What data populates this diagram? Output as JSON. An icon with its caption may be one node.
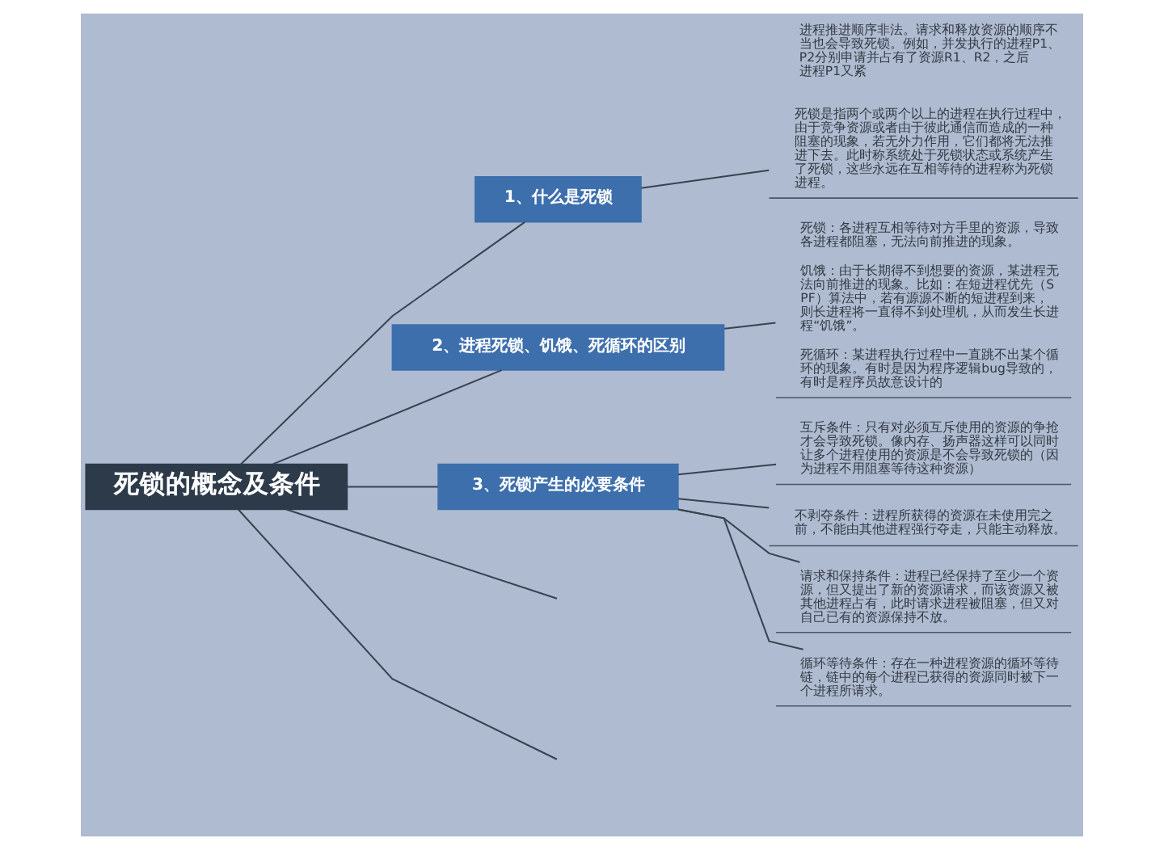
{
  "diagram": {
    "nodes": [
      {
        "text": [
          "死锁的概念及条件"
        ]
      },
      {
        "text": [
          "1、什么是死锁"
        ]
      },
      {
        "text": [
          "死锁是指两个或两个以上的进程在执行过程中，由于竞争资源或者由于彼此通信而造成的一种阻塞的现象，若无外力作用，它们都将无法推进下去。此时称系统处于死锁状态或系统产生了死锁，这些永远在互相等待的进程称为死锁进程。"
        ]
      },
      {
        "text": [
          "2、进程死锁、饥饿、死循环的区别"
        ]
      },
      {
        "text": [
          "死锁：各进程互相等待对方手里的资源，导致各进程都阻塞，无法向前推进的现象。",
          "饥饿：由于长期得不到想要的资源，某进程无法向前推进的现象。比如：在短进程优先（SPF）算法中，若有源源不断的短进程到来，则长进程将一直得不到处理机，从而发生长进程“饥饿”。",
          "死循环：某进程执行过程中一直跳不出某个循环的现象。有时是因为程序逻辑bug导致的，有时是程序员故意设计的"
        ]
      },
      {
        "text": [
          "3、死锁产生的必要条件"
        ]
      },
      {
        "text": [
          "互斥条件：只有对必须互斥使用的资源的争抢才会导致死锁。像内存、扬声器这样可以同时让多个进程使用的资源是不会导致死锁的（因为进程不用阻塞等待这种资源）"
        ]
      },
      {
        "text": [
          "不剥夺条件：进程所获得的资源在未使用完之前，不能由其他进程强行夺走，只能主动释放。"
        ]
      },
      {
        "text": [
          "请求和保持条件：进程已经保持了至少一个资源，但又提出了新的资源请求，而该资源又被其他进程占有，此时请求进程被阻塞，但又对自己已有的资源保持不放。"
        ]
      },
      {
        "text": [
          "循环等待条件：存在一种进程资源的循环等待链，链中的每个进程已获得的资源同时被下一个进程所请求。"
        ]
      }
    ],
    "edges": [
      {
        "from": 0,
        "to": 1,
        "arrow": "none"
      },
      {
        "from": 1,
        "to": 2,
        "arrow": "none"
      },
      {
        "from": 0,
        "to": 3,
        "arrow": "none"
      },
      {
        "from": 3,
        "to": 4,
        "arrow": "none"
      },
      {
        "from": 0,
        "to": 5,
        "arrow": "none"
      },
      {
        "from": 5,
        "to": 6,
        "arrow": "none"
      },
      {
        "from": 5,
        "to": 7,
        "arrow": "none"
      },
      {
        "from": 5,
        "to": 8,
        "arrow": "none"
      },
      {
        "from": 5,
        "to": 9,
        "arrow": "none"
      },
      {
        "from": 0,
        "to": null,
        "arrow": "none"
      },
      {
        "from": 0,
        "to": null,
        "arrow": "none"
      }
    ],
    "labels": [
      "进程推进顺序非法。请求和释放资源的顺序不当也会导致死锁。例如，并发执行的进程P1、P2分别申请并占有了资源R1、R2，之后进程P1又紧"
    ]
  }
}
